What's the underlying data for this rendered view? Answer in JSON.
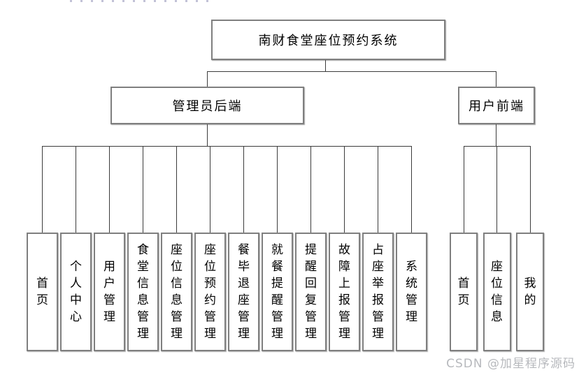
{
  "diagram": {
    "root_label": "南财食堂座位预约系统",
    "branches": [
      {
        "label": "管理员后端",
        "children": [
          "首页",
          "个人中心",
          "用户管理",
          "食堂信息管理",
          "座位信息管理",
          "座位预约管理",
          "餐毕退座管理",
          "就餐提醒管理",
          "提醒回复管理",
          "故障上报管理",
          "占座举报管理",
          "系统管理"
        ]
      },
      {
        "label": "用户前端",
        "children": [
          "首页",
          "座位信息",
          "我的"
        ]
      }
    ],
    "line_color": "#3c3c3c",
    "border_color": "#7f7f7f"
  },
  "watermark": {
    "text": "CSDN @加星程序源码",
    "color": "#b7b9bd"
  }
}
